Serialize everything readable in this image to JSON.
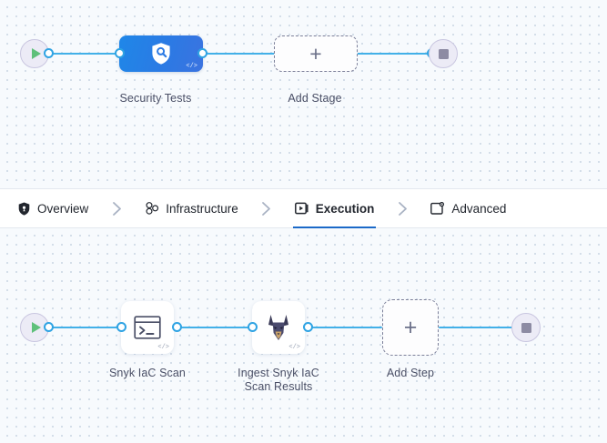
{
  "theme": {
    "canvas_bg": "#f7fafd",
    "grid_dot": "#c9d4e2",
    "edge_blue": "#42b0e8",
    "port_blue": "#2fa3e3",
    "stage_blue": "#2b7ae4",
    "active_tab_underline": "#1b69c8",
    "start_green": "#5ec07a",
    "stop_gray": "#8d8ba3",
    "dash_border": "#7b7f99",
    "label_text": "#4a4f66",
    "tab_text": "#22262e"
  },
  "stage_canvas": {
    "name": "stage-pipeline-canvas",
    "start_node": {
      "icon": "play-icon",
      "label": ""
    },
    "end_node": {
      "icon": "stop-square-icon",
      "label": ""
    },
    "nodes": [
      {
        "id": "security-tests",
        "label": "Security Tests",
        "icon": "shield-search-icon",
        "code_badge": "</>",
        "type": "stage"
      },
      {
        "id": "add-stage",
        "label": "Add Stage",
        "icon": "plus-icon",
        "type": "add"
      }
    ]
  },
  "tabs": {
    "name": "pipeline-section-tabs",
    "separator_icon": "chevron-right-icon",
    "items": [
      {
        "id": "overview",
        "label": "Overview",
        "icon": "shield-icon",
        "active": false
      },
      {
        "id": "infrastructure",
        "label": "Infrastructure",
        "icon": "cluster-nodes-icon",
        "active": false
      },
      {
        "id": "execution",
        "label": "Execution",
        "icon": "play-box-icon",
        "active": true
      },
      {
        "id": "advanced",
        "label": "Advanced",
        "icon": "gear-card-icon",
        "active": false
      }
    ]
  },
  "step_canvas": {
    "name": "execution-steps-canvas",
    "start_node": {
      "icon": "play-icon",
      "label": ""
    },
    "end_node": {
      "icon": "stop-square-icon",
      "label": ""
    },
    "nodes": [
      {
        "id": "snyk-iac-scan",
        "label": "Snyk IaC Scan",
        "icon": "terminal-icon",
        "code_badge": "</>",
        "type": "step"
      },
      {
        "id": "ingest-snyk-iac-scan-results",
        "label_line1": "Ingest Snyk IaC",
        "label_line2": "Scan Results",
        "label": "Ingest Snyk IaC Scan Results",
        "icon": "snyk-doberman-icon",
        "code_badge": "</>",
        "type": "step"
      },
      {
        "id": "add-step",
        "label": "Add Step",
        "icon": "plus-icon",
        "type": "add"
      }
    ]
  }
}
